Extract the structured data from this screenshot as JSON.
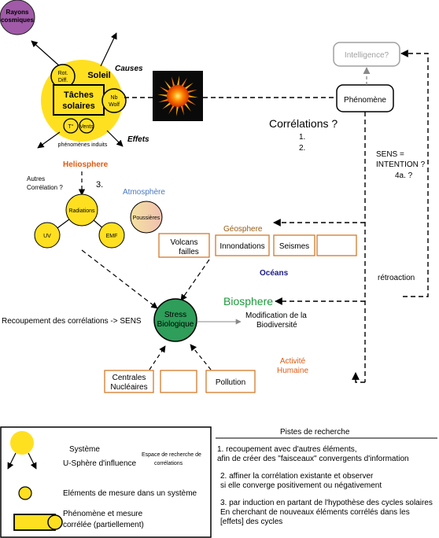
{
  "nodes": {
    "cosmic_rays": [
      "Rayons",
      "cosmiques"
    ],
    "sun": "Soleil",
    "rot_diff": [
      "Rot.",
      "Diff."
    ],
    "sunspots": [
      "Tâches",
      "solaires"
    ],
    "nb_wolf": [
      "Nb",
      "Wolf"
    ],
    "temperature": "T°",
    "winds": "Vents",
    "induced_phenomena": "phénomènes induits",
    "causes": "Causes",
    "effects": "Effets",
    "heliosphere": "Heliosphere",
    "phenomenon": "Phénomène",
    "intelligence": "Intelligence?",
    "correlations_title": "Corrélations ?",
    "correlation_1": "1.",
    "correlation_2": "2.",
    "sens_intention": [
      "SENS =",
      "INTENTION ?",
      "4a. ?"
    ],
    "other_correlations": [
      "Autres",
      "Corrélation ?"
    ],
    "step3": "3.",
    "atmosphere": "Atmosphère",
    "radiations": "Radiations",
    "uv": "UV",
    "emf": "EMF",
    "dust": "Poussières",
    "geosphere": "Géosphere",
    "volcanoes": [
      "Volcans",
      "failles"
    ],
    "floods": "Innondations",
    "earthquakes": "Seismes",
    "oceans": "Océans",
    "retroaction": "rétroaction",
    "biosphere": "Biosphere",
    "stress": [
      "Stress",
      "Biologique"
    ],
    "cross_check": "Recoupement des corrélations -> SENS",
    "biodiversity": [
      "Modification de la",
      "Biodiversité"
    ],
    "human_activity": [
      "Activité",
      "Humaine"
    ],
    "power_plants": [
      "Centrales",
      "Nucléaires"
    ],
    "pollution": "Pollution"
  },
  "legend": {
    "system": "Système",
    "influence": "U-Sphère d'influence",
    "search_space": [
      "Espace de recherche de",
      "corrélations"
    ],
    "measure_elements": "Eléments de mesure dans un système",
    "phenomenon_measure": [
      "Phénomène et mesure",
      "corrélée (partiellement)"
    ]
  },
  "research": {
    "title": "Pistes de recherche",
    "item1": [
      "1. recoupement avec d'autres éléments,",
      "afin de créer des \"faisceaux\" convergents d'information"
    ],
    "item2": [
      "2. affiner la corrélation existante et observer",
      "si elle converge positivement ou négativement"
    ],
    "item3": [
      "3. par induction en partant de l'hypothèse des cycles solaires",
      "En cherchant de nouveaux éléments corrélés dans les",
      "[effets] des cycles"
    ]
  },
  "colors": {
    "sun_yellow": "#ffe020",
    "cosmic_purple": "#a05aa8",
    "stress_green": "#2e9e5a",
    "biosphere_green": "#1a9a3a",
    "box_orange": "#d47a2a",
    "heliosphere_orange": "#e05a10",
    "atmosphere_blue": "#4a78c0",
    "oceans_navy": "#1a1a8a",
    "geosphere_brown": "#9a5a10",
    "intelligence_gray": "#a0a0a0"
  }
}
